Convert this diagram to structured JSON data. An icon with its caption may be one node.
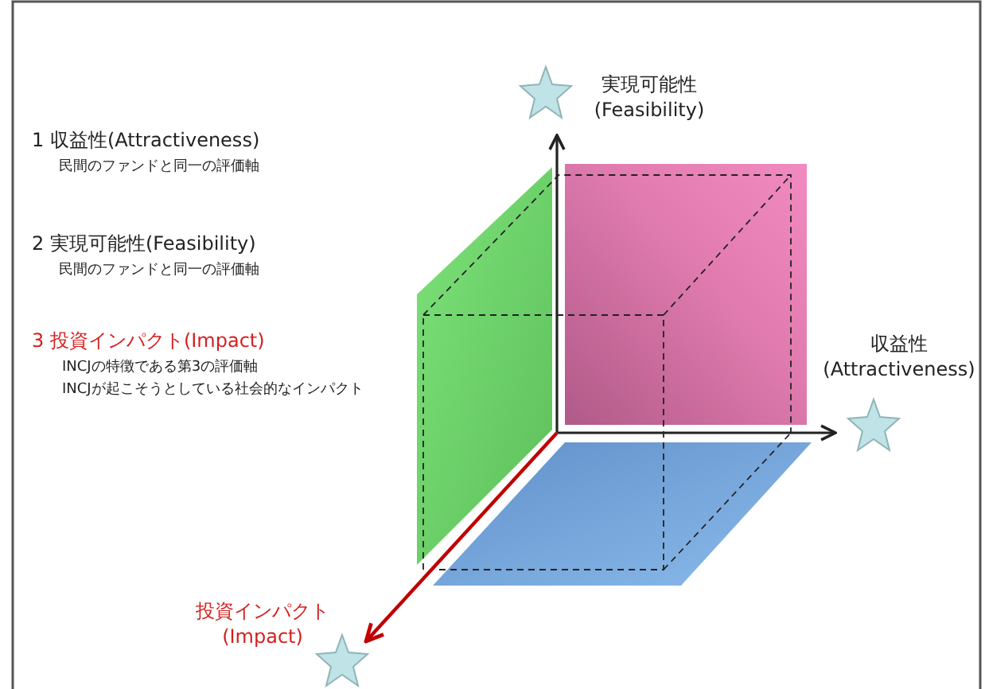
{
  "diagram": {
    "labels": [
      "1 収益性(Attractiveness)",
      "民間のファンドと同一の評価軸",
      "2 実現可能性(Feasibility)",
      "民間のファンドと同一の評価軸",
      "3 投資インパクト(Impact)",
      "INCJの特徴である第3の評価軸",
      "INCJが起こそうとしている社会的なインパクト",
      "実現可能性 (Feasibility)",
      "収益性 (Attractiveness)",
      "投資インパクト (Impact)"
    ]
  }
}
